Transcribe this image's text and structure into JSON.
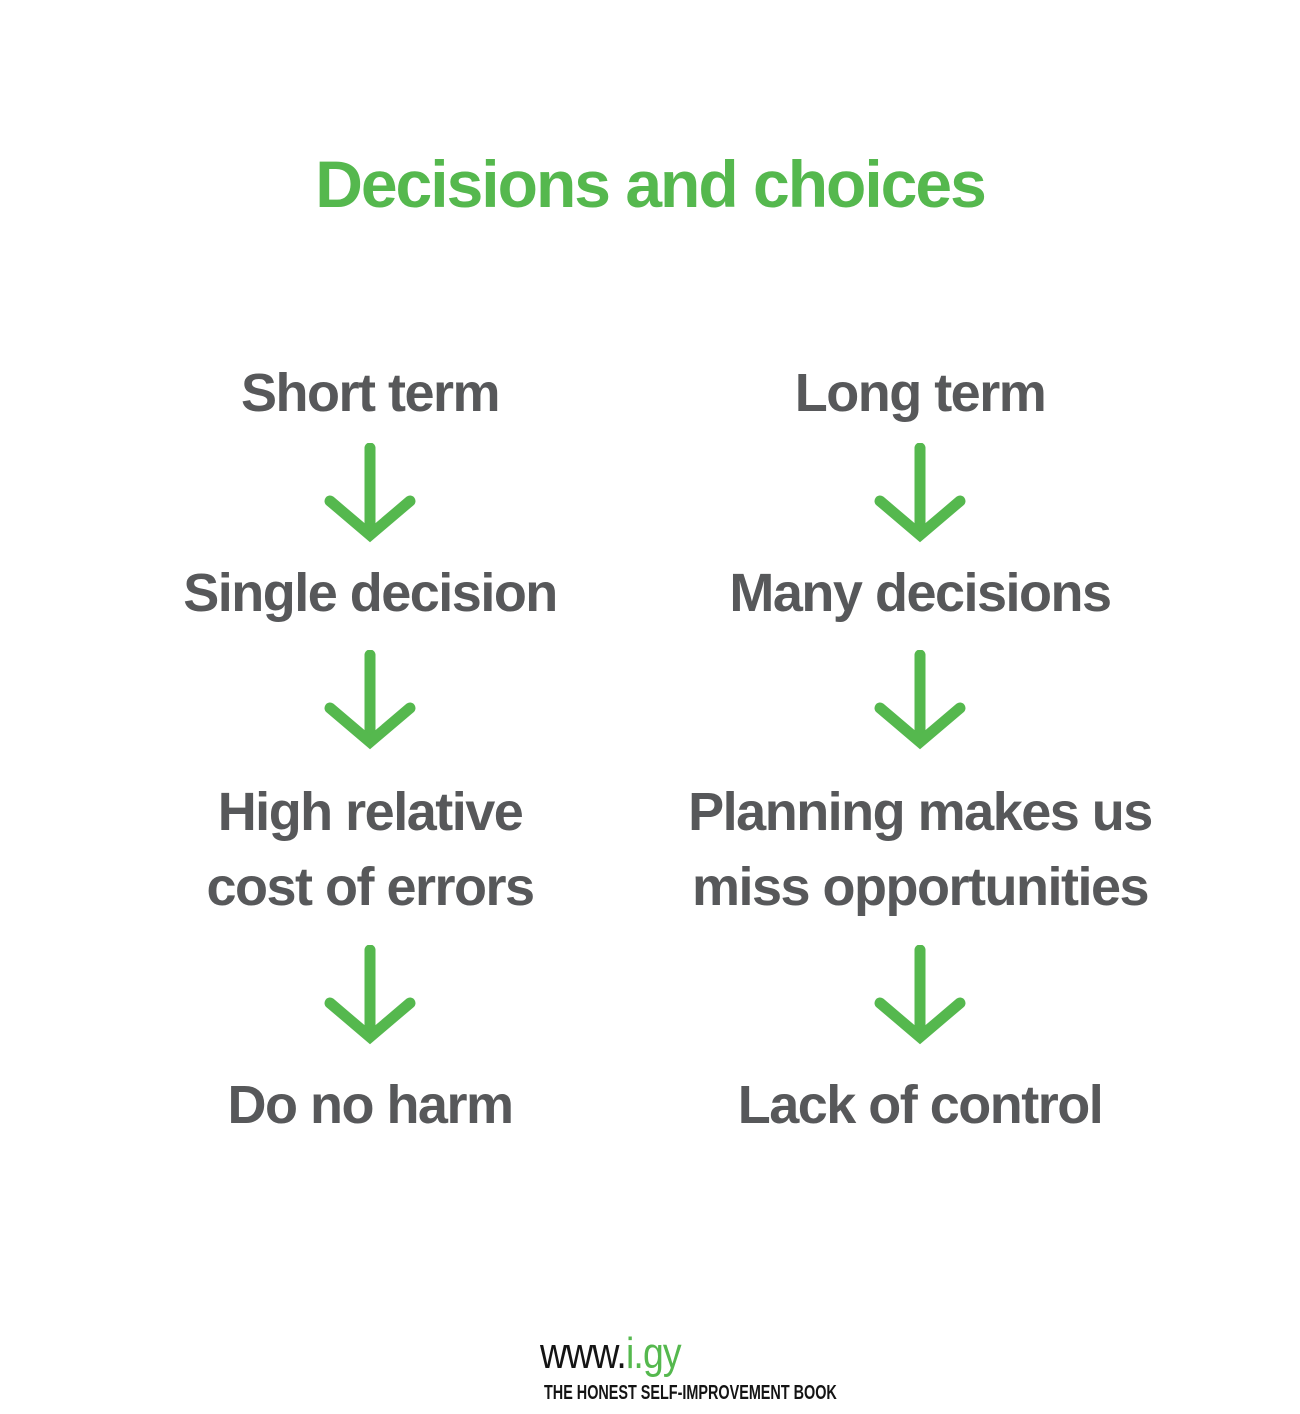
{
  "title": "Decisions and choices",
  "colors": {
    "green": "#55b84e",
    "text_gray": "#57585a",
    "footer_black": "#141414"
  },
  "columns": [
    {
      "id": "short-term",
      "steps": [
        {
          "lines": [
            "Short term"
          ]
        },
        {
          "lines": [
            "Single decision"
          ]
        },
        {
          "lines": [
            "High relative",
            "cost of errors"
          ]
        },
        {
          "lines": [
            "Do no harm"
          ]
        }
      ]
    },
    {
      "id": "long-term",
      "steps": [
        {
          "lines": [
            "Long term"
          ]
        },
        {
          "lines": [
            "Many decisions"
          ]
        },
        {
          "lines": [
            "Planning makes us",
            "miss opportunities"
          ]
        },
        {
          "lines": [
            "Lack of control"
          ]
        }
      ]
    }
  ],
  "arrows": {
    "direction": "down",
    "per_column": 3,
    "color": "#55b84e"
  },
  "footer": {
    "logo": {
      "prefix": "www.",
      "suffix": "i.gy"
    },
    "tagline": "THE HONEST SELF-IMPROVEMENT BOOK"
  }
}
